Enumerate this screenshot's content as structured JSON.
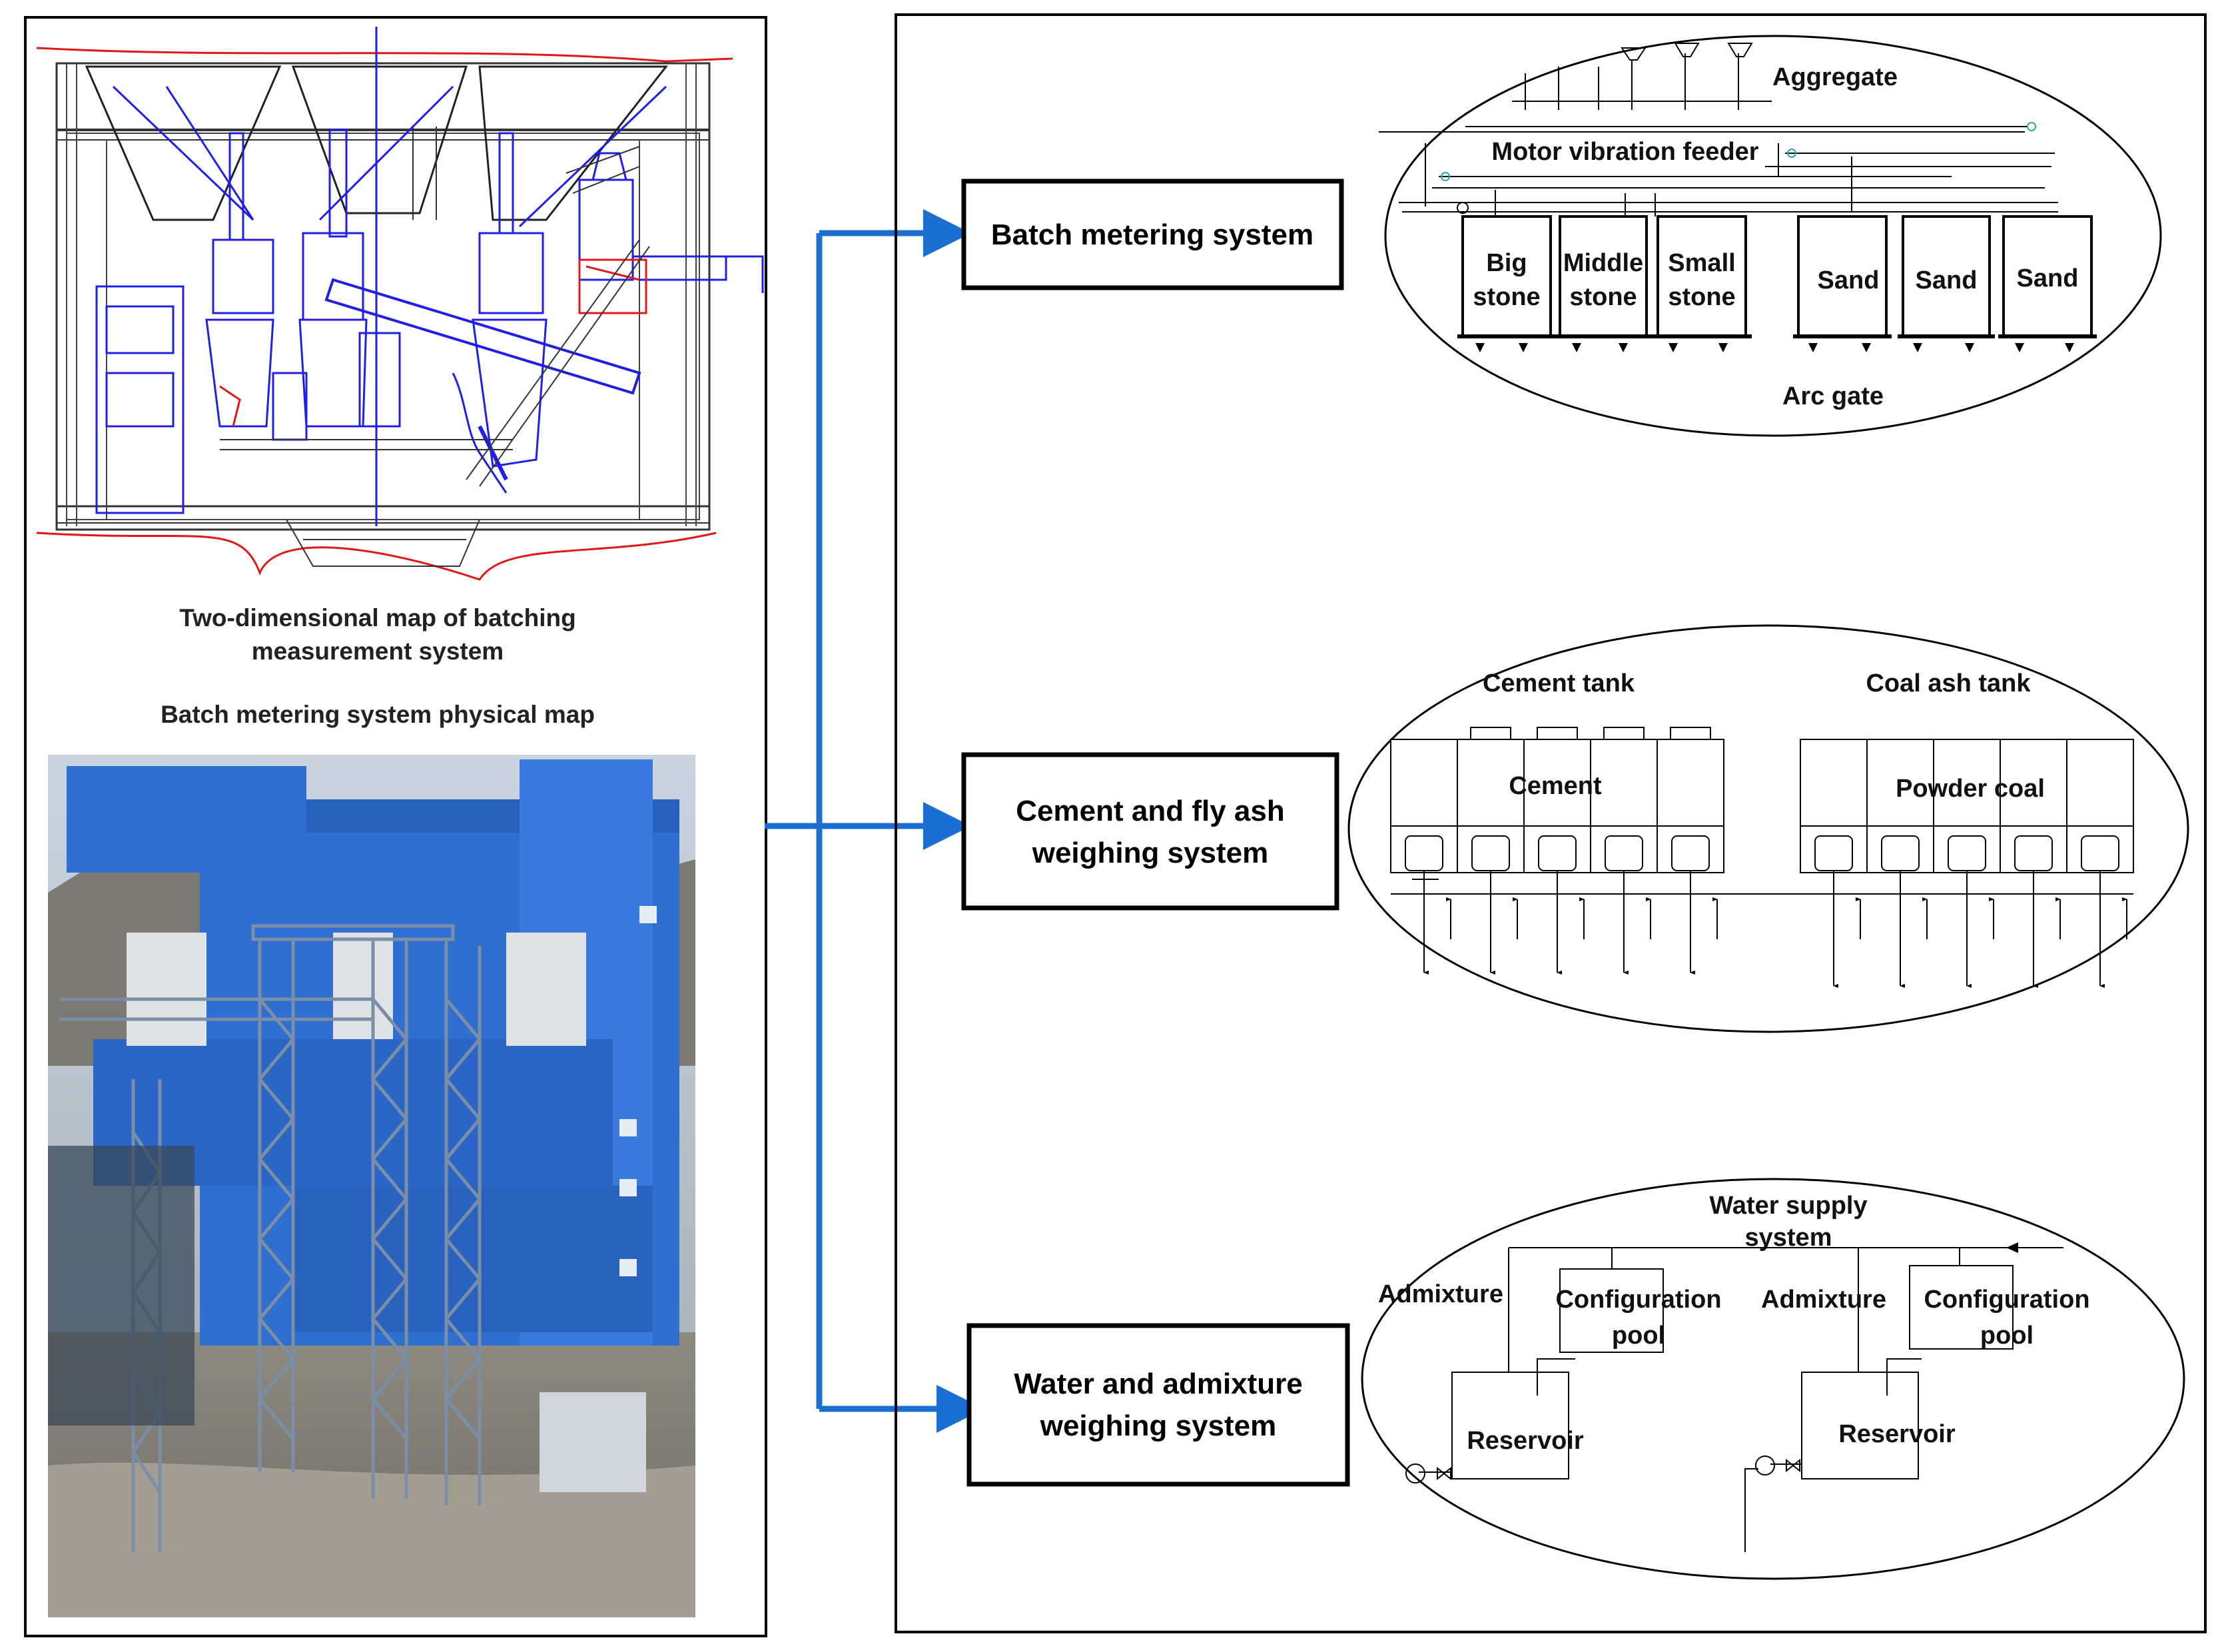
{
  "left_panel": {
    "caption_2d_line1": "Two-dimensional map of batching",
    "caption_2d_line2": "measurement system",
    "caption_photo": "Batch metering system physical map"
  },
  "systems": {
    "batch": {
      "label": "Batch metering system"
    },
    "cement": {
      "label_line1": "Cement and fly ash",
      "label_line2": "weighing system"
    },
    "water": {
      "label_line1": "Water and admixture",
      "label_line2": "weighing system"
    }
  },
  "aggregate_diagram": {
    "aggregate": "Aggregate",
    "feeder": "Motor vibration feeder",
    "arc_gate": "Arc gate",
    "bins": [
      {
        "line1": "Big",
        "line2": "stone"
      },
      {
        "line1": "Middle",
        "line2": "stone"
      },
      {
        "line1": "Small",
        "line2": "stone"
      },
      {
        "line1": "Sand",
        "line2": ""
      },
      {
        "line1": "Sand",
        "line2": ""
      },
      {
        "line1": "Sand",
        "line2": ""
      }
    ]
  },
  "cement_diagram": {
    "cement_tank": "Cement tank",
    "coal_ash_tank": "Coal ash tank",
    "cement": "Cement",
    "powder_coal": "Powder coal"
  },
  "water_diagram": {
    "supply_line1": "Water supply",
    "supply_line2": "system",
    "admixture_left": "Admixture",
    "admixture_right": "Admixture",
    "config_left_line1": "Configuration",
    "config_left_line2": "pool",
    "config_right_line1": "Configuration",
    "config_right_line2": "pool",
    "reservoir_left": "Reservoir",
    "reservoir_right": "Reservoir"
  },
  "colors": {
    "arrow_blue": "#1a6fd1",
    "cad_blue": "#1f1fe6",
    "cad_red": "#e01818",
    "building_blue": "#2f6fd0"
  }
}
